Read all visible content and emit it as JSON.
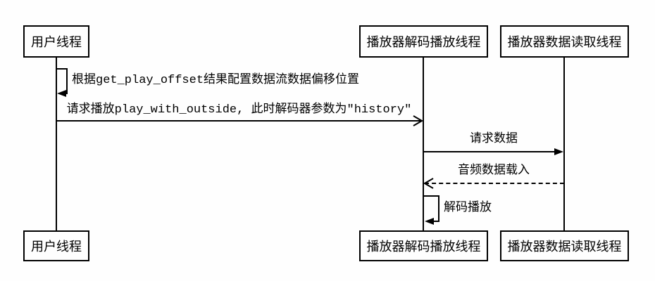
{
  "colors": {
    "background": "#fefefe",
    "line": "#000000",
    "box_fill": "#fefefe",
    "text": "#000000"
  },
  "icons": {
    "filled_arrowhead": "black triangle",
    "open_arrowhead": "thin chevron"
  },
  "participants": [
    {
      "id": "user",
      "label": "用户线程"
    },
    {
      "id": "decoder",
      "label": "播放器解码播放线程"
    },
    {
      "id": "reader",
      "label": "播放器数据读取线程"
    }
  ],
  "messages": [
    {
      "from": "user",
      "to": "user",
      "line": "solid",
      "arrowhead": "filled",
      "label": "根据get_play_offset结果配置数据流数据偏移位置"
    },
    {
      "from": "user",
      "to": "decoder",
      "line": "solid",
      "arrowhead": "open",
      "label": "请求播放play_with_outside, 此时解码器参数为\"history\""
    },
    {
      "from": "decoder",
      "to": "reader",
      "line": "solid",
      "arrowhead": "filled",
      "label": "请求数据"
    },
    {
      "from": "reader",
      "to": "decoder",
      "line": "dashed",
      "arrowhead": "open",
      "label": "音频数据载入"
    },
    {
      "from": "decoder",
      "to": "decoder",
      "line": "solid",
      "arrowhead": "filled",
      "label": "解码播放"
    }
  ]
}
